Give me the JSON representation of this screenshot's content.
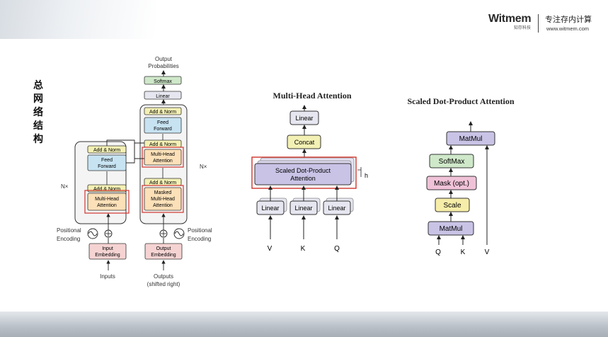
{
  "header": {
    "logo_word": "Witmem",
    "logo_sub": "知存科技",
    "brand_text": "专注存内计算",
    "brand_url": "www.witmem.com"
  },
  "side_title": [
    "总",
    "网",
    "络",
    "结",
    "构"
  ],
  "transformer": {
    "output_label_1": "Output",
    "output_label_2": "Probabilities",
    "softmax": "Softmax",
    "linear": "Linear",
    "add_norm": "Add & Norm",
    "feed_forward_1": "Feed",
    "feed_forward_2": "Forward",
    "multi_head_1": "Multi-Head",
    "multi_head_2": "Attention",
    "masked_1": "Masked",
    "masked_2": "Multi-Head",
    "masked_3": "Attention",
    "nx": "N×",
    "positional_1": "Positional",
    "positional_2": "Encoding",
    "input_embedding_1": "Input",
    "input_embedding_2": "Embedding",
    "output_embedding_1": "Output",
    "output_embedding_2": "Embedding",
    "inputs": "Inputs",
    "outputs_1": "Outputs",
    "outputs_2": "(shifted right)"
  },
  "mha": {
    "title": "Multi-Head Attention",
    "linear": "Linear",
    "concat": "Concat",
    "sdpa_1": "Scaled Dot-Product",
    "sdpa_2": "Attention",
    "h": "h",
    "v": "V",
    "k": "K",
    "q": "Q"
  },
  "sdpa": {
    "title": "Scaled Dot-Product Attention",
    "matmul": "MatMul",
    "softmax": "SoftMax",
    "mask": "Mask (opt.)",
    "scale": "Scale",
    "q": "Q",
    "k": "K",
    "v": "V"
  },
  "colors": {
    "addnorm": "#f3f0b4",
    "feedforward": "#c7e3f2",
    "attention": "#fbe0b8",
    "embedding": "#f6d3d3",
    "softmax_green": "#cfe8c9",
    "linear_gray": "#e6e6f0",
    "sdpa_purple": "#c9c3e6",
    "mask_pink": "#f0c2d8",
    "scale_yellow": "#f6eda8",
    "highlight_red": "#d0342c"
  }
}
